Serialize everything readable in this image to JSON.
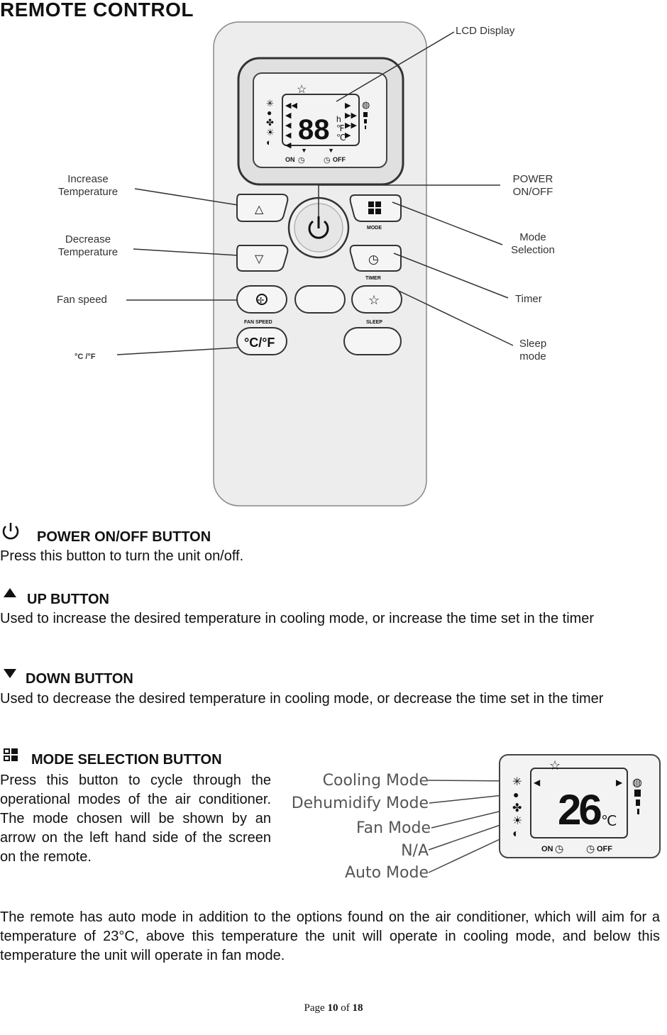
{
  "page_title": "REMOTE CONTROL",
  "callouts": {
    "lcd_display": "LCD Display",
    "increase_temp_1": "Increase",
    "increase_temp_2": "Temperature",
    "decrease_temp_1": "Decrease",
    "decrease_temp_2": "Temperature",
    "fan_speed": "Fan speed",
    "c_f": "°C /°F",
    "power_1": "POWER",
    "power_2": "ON/OFF",
    "mode_1": "Mode",
    "mode_2": "Selection",
    "timer": "Timer",
    "sleep_1": "Sleep",
    "sleep_2": "mode"
  },
  "remote": {
    "lcd_digits": "88",
    "lcd_on": "ON",
    "lcd_off": "OFF",
    "mode_label": "MODE",
    "timer_label": "TIMER",
    "fan_speed_label": "FAN SPEED",
    "sleep_label": "SLEEP",
    "cf_button": "°C/°F"
  },
  "sections": [
    {
      "title": "POWER ON/OFF BUTTON",
      "body": "Press this button to turn the unit on/off."
    },
    {
      "title": "UP BUTTON",
      "body": "Used to increase the desired temperature in cooling mode, or increase the time set in the timer"
    },
    {
      "title": "DOWN BUTTON",
      "body": "Used to decrease the desired temperature in cooling mode, or decrease the time set in the timer"
    },
    {
      "title": "MODE SELECTION BUTTON",
      "body": "Press this button to cycle through the operational modes of the air conditioner.   The mode chosen will be shown by an arrow on the left hand side of the screen on the remote."
    }
  ],
  "mode_figure": {
    "labels": [
      "Cooling Mode",
      "Dehumidify Mode",
      "Fan Mode",
      "N/A",
      "Auto Mode"
    ],
    "temp": "26",
    "unit": "℃",
    "on": "ON",
    "off": "OFF"
  },
  "closing_paragraph": "The remote has auto mode in addition to the options found on the air conditioner, which will aim for a temperature of 23°C, above this temperature the unit will operate in cooling mode, and below this temperature the unit will operate in fan mode.",
  "footer": {
    "prefix": "Page ",
    "page": "10",
    "of": " of ",
    "total": "18"
  }
}
